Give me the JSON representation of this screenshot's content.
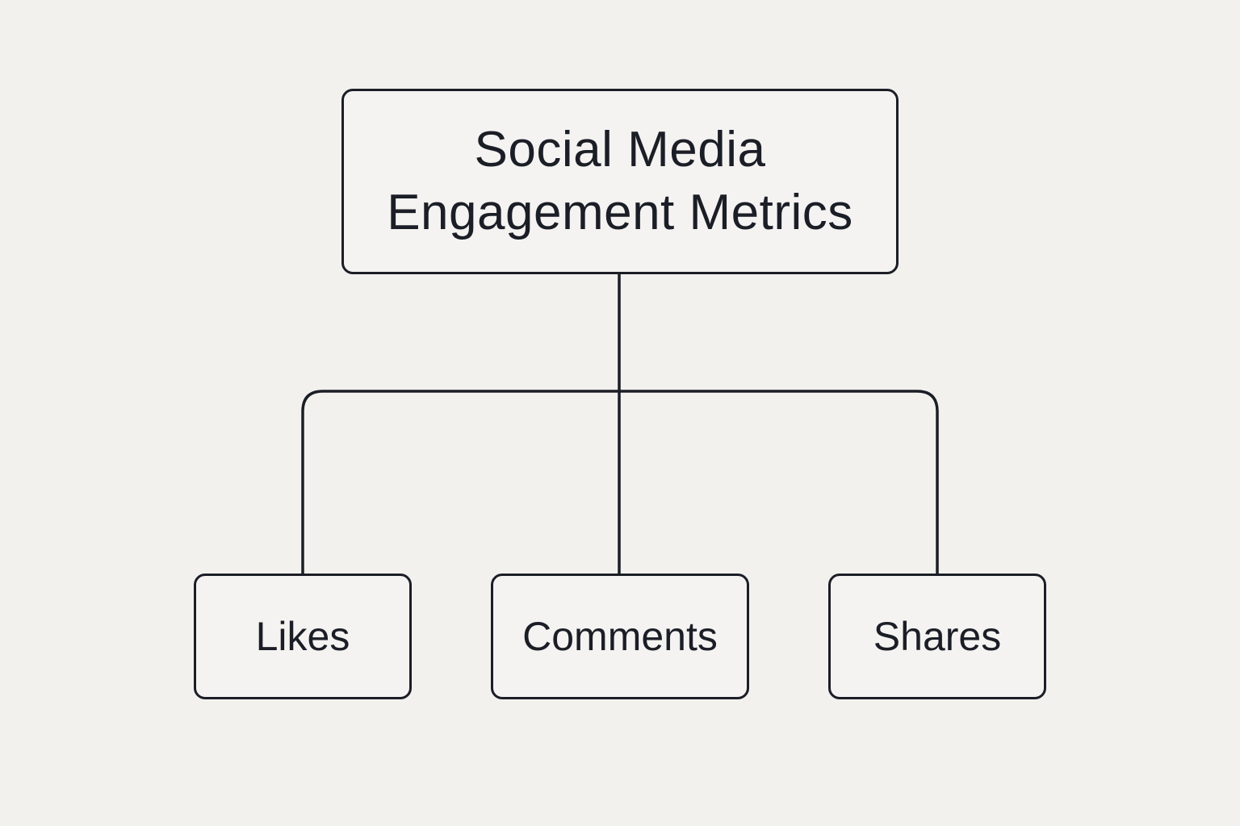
{
  "diagram": {
    "root": {
      "title_line1": "Social Media",
      "title_line2": "Engagement Metrics"
    },
    "children": [
      {
        "label": "Likes"
      },
      {
        "label": "Comments"
      },
      {
        "label": "Shares"
      }
    ]
  },
  "colors": {
    "background": "#f2f1ee",
    "stroke": "#1b1e26",
    "text": "#1b1e26"
  }
}
